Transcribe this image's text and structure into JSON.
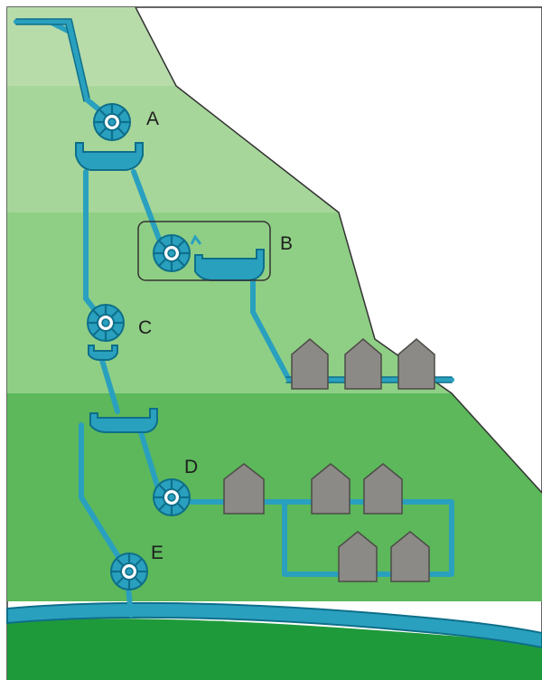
{
  "labels": {
    "a": "A",
    "b": "B",
    "c": "C",
    "d": "D",
    "e": "E"
  },
  "colors": {
    "band_top": "#b7dcaa",
    "band_mid1": "#8fcf85",
    "band_mid2": "#74c46f",
    "band_low": "#5cb85a",
    "ground": "#1f9a3a",
    "water": "#2aa0bf",
    "water_dark": "#0e6f8a",
    "house": "#8c8a86",
    "house_edge": "#4d4b48"
  }
}
